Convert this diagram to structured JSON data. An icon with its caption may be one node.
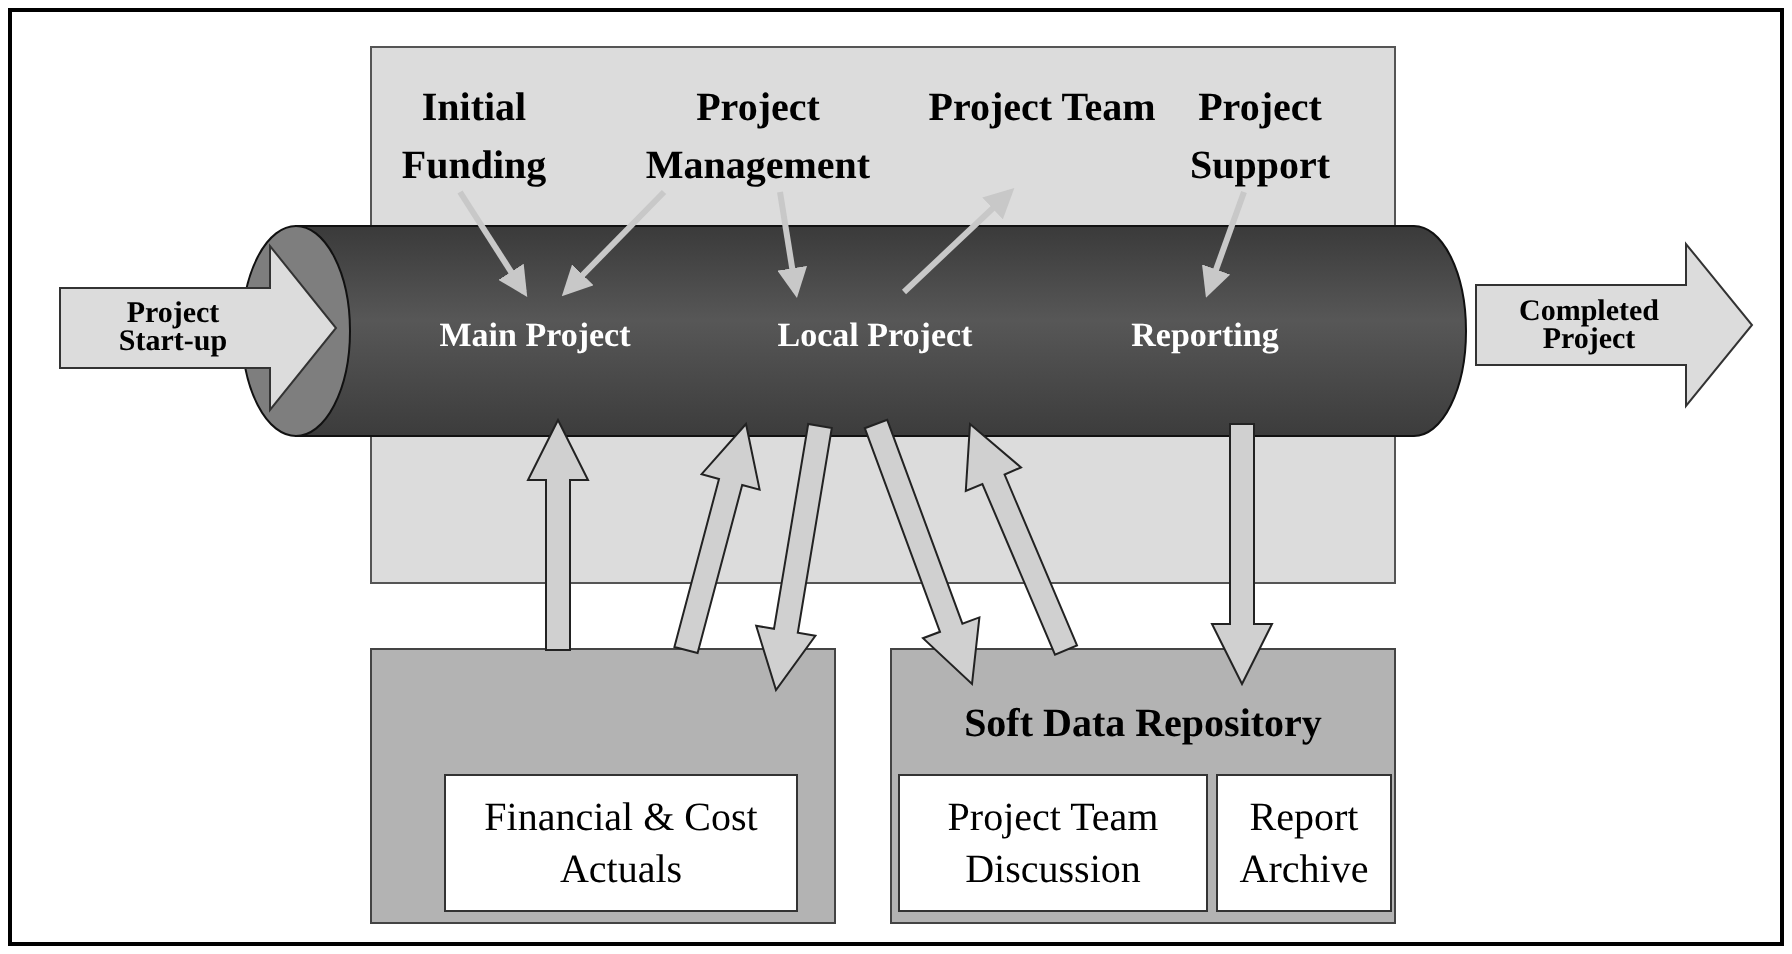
{
  "diagram": {
    "nodes": [
      {
        "text": [
          "Initial Funding"
        ]
      },
      {
        "text": [
          "Project Management"
        ]
      },
      {
        "text": [
          "Project Team"
        ]
      },
      {
        "text": [
          "Project Support"
        ]
      },
      {
        "text": [
          "Project Start-up"
        ]
      },
      {
        "text": [],
        "shape": "cylinder"
      },
      {
        "text": [
          "Main Project"
        ],
        "in": 5
      },
      {
        "text": [
          "Local Project"
        ],
        "in": 5
      },
      {
        "text": [
          "Reporting"
        ],
        "in": 5
      },
      {
        "text": [
          "Completed Project"
        ]
      },
      {
        "text": [],
        "shape": "box"
      },
      {
        "text": [
          "Financial & Cost Actuals"
        ],
        "in": 10
      },
      {
        "text": [
          "Soft Data Repository"
        ]
      },
      {
        "text": [
          "Project Team Discussion"
        ],
        "in": 12
      },
      {
        "text": [
          "Report Archive"
        ],
        "in": 12
      }
    ],
    "edges": [
      {
        "from": 0,
        "to": 6,
        "arrow": "to"
      },
      {
        "from": 1,
        "to": 6,
        "arrow": "to"
      },
      {
        "from": 1,
        "to": 7,
        "arrow": "to"
      },
      {
        "from": 7,
        "to": 2,
        "arrow": "to"
      },
      {
        "from": 3,
        "to": 8,
        "arrow": "to"
      },
      {
        "from": 10,
        "to": 5,
        "arrow": "to",
        "style": "thick"
      },
      {
        "from": 10,
        "to": 5,
        "arrow": "to",
        "style": "thick"
      },
      {
        "from": 5,
        "to": 10,
        "arrow": "to",
        "style": "thick"
      },
      {
        "from": 5,
        "to": 12,
        "arrow": "to",
        "style": "thick"
      },
      {
        "from": 12,
        "to": 5,
        "arrow": "to",
        "style": "thick"
      },
      {
        "from": 5,
        "to": 12,
        "arrow": "to",
        "style": "thick"
      }
    ]
  }
}
